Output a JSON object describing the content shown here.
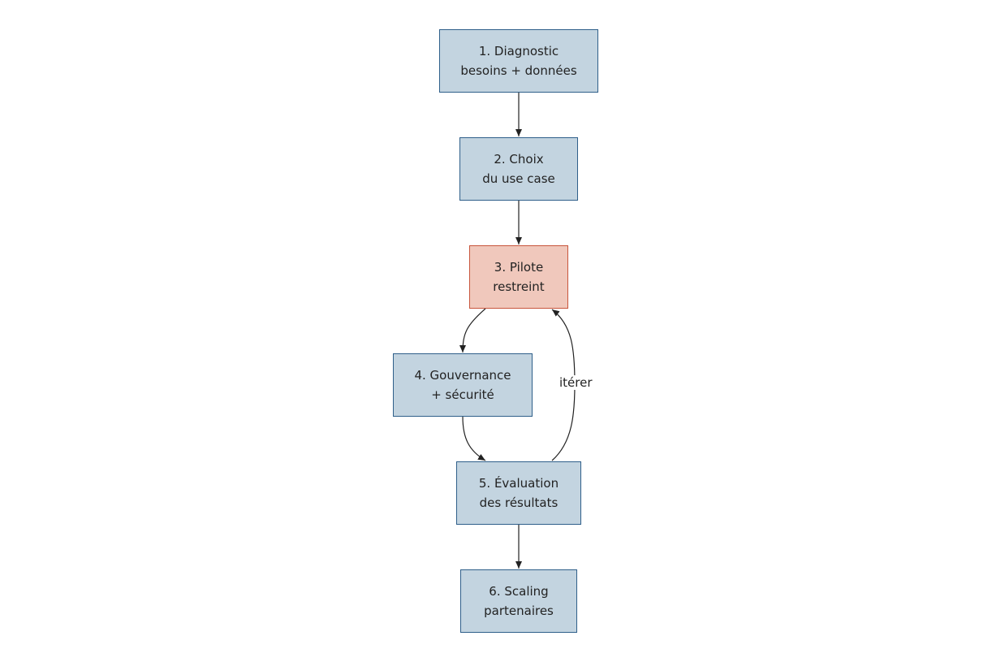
{
  "nodes": [
    {
      "id": "n1",
      "line1": "1. Diagnostic",
      "line2": "besoins + données",
      "fill": "#c3d4e0",
      "stroke": "#2f5f8a"
    },
    {
      "id": "n2",
      "line1": "2. Choix",
      "line2": "du use case",
      "fill": "#c3d4e0",
      "stroke": "#2f5f8a"
    },
    {
      "id": "n3",
      "line1": "3. Pilote",
      "line2": "restreint",
      "fill": "#f0c8bc",
      "stroke": "#c8553c"
    },
    {
      "id": "n4",
      "line1": "4. Gouvernance",
      "line2": "+ sécurité",
      "fill": "#c3d4e0",
      "stroke": "#2f5f8a"
    },
    {
      "id": "n5",
      "line1": "5. Évaluation",
      "line2": "des résultats",
      "fill": "#c3d4e0",
      "stroke": "#2f5f8a"
    },
    {
      "id": "n6",
      "line1": "6. Scaling",
      "line2": "partenaires",
      "fill": "#c3d4e0",
      "stroke": "#2f5f8a"
    }
  ],
  "edges": [
    {
      "from": "n1",
      "to": "n2",
      "label": ""
    },
    {
      "from": "n2",
      "to": "n3",
      "label": ""
    },
    {
      "from": "n3",
      "to": "n4",
      "label": ""
    },
    {
      "from": "n4",
      "to": "n5",
      "label": ""
    },
    {
      "from": "n5",
      "to": "n3",
      "label": "itérer"
    },
    {
      "from": "n5",
      "to": "n6",
      "label": ""
    }
  ],
  "colors": {
    "edge": "#222222",
    "node_fill": "#c3d4e0",
    "node_stroke": "#2f5f8a",
    "highlight_fill": "#f0c8bc",
    "highlight_stroke": "#c8553c"
  }
}
